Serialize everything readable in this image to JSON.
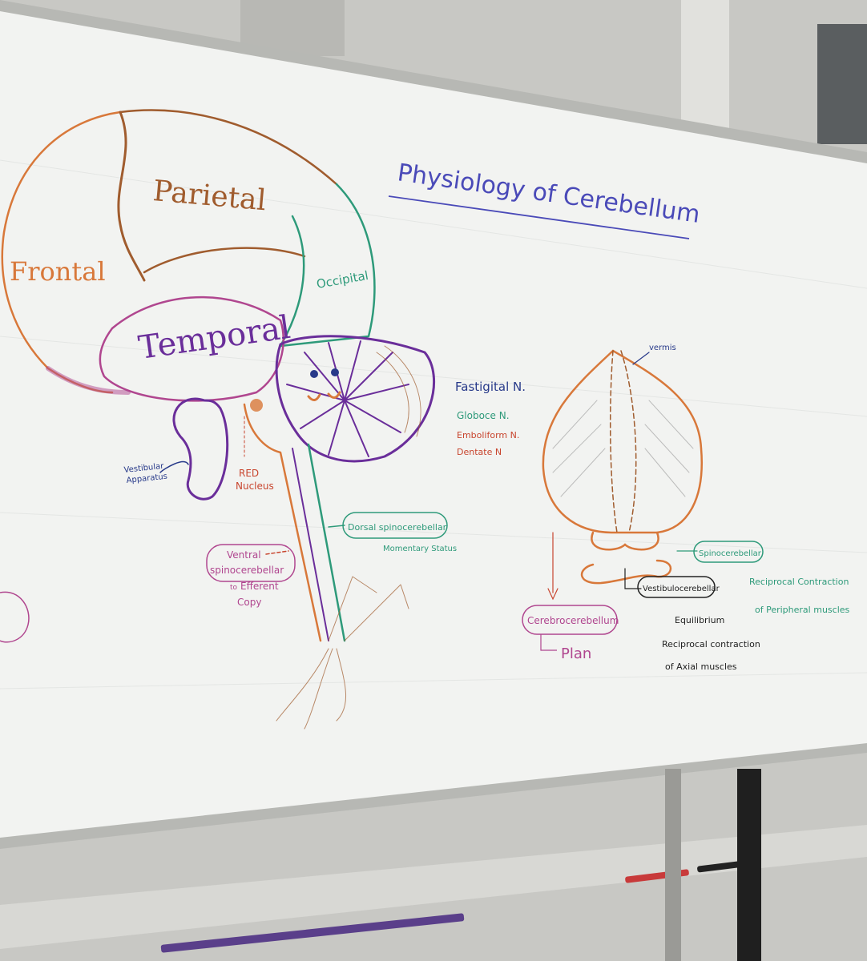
{
  "board": {
    "title": "Physiology of Cerebellum",
    "lobes": {
      "frontal": "Frontal",
      "parietal": "Parietal",
      "temporal": "Temporal",
      "occipital": "Occipital"
    },
    "nuclei": {
      "fastigial": "Fastigital N.",
      "globose": "Globoce N.",
      "emboliform": "Emboliform N.",
      "dentate": "Dentate N"
    },
    "left_labels": {
      "vestibular_line1": "Vestibular",
      "vestibular_line2": "Apparatus",
      "red_line1": "RED",
      "red_line2": "Nucleus",
      "ventral_line1": "Ventral",
      "ventral_line2": "spinocerebellar",
      "ventral_line3": "Efferent",
      "ventral_line4": "Copy",
      "ventral_prefix": "to",
      "dorsal": "Dorsal spinocerebellar",
      "dorsal_sub": "Momentary Status"
    },
    "right_labels": {
      "vermis": "vermis",
      "spinocerebellar": "Spinocerebellar",
      "reciprocal1": "Reciprocal Contraction",
      "reciprocal2": "of Peripheral muscles",
      "vestibulo": "Vestibulocerebellar",
      "equilibrium": "Equilibrium",
      "axial1": "Reciprocal contraction",
      "axial2": "of Axial muscles",
      "cerebro": "Cerebrocerebellum",
      "plan": "Plan"
    },
    "colors": {
      "board": "#f2f3f1",
      "frame": "#b9bab6",
      "brown": "#a05c2e",
      "orange": "#d8783a",
      "purple": "#6a2e9a",
      "magenta": "#b0468f",
      "green": "#2e9a7a",
      "navy": "#283a8a",
      "red": "#c8452e",
      "black": "#222222"
    }
  }
}
